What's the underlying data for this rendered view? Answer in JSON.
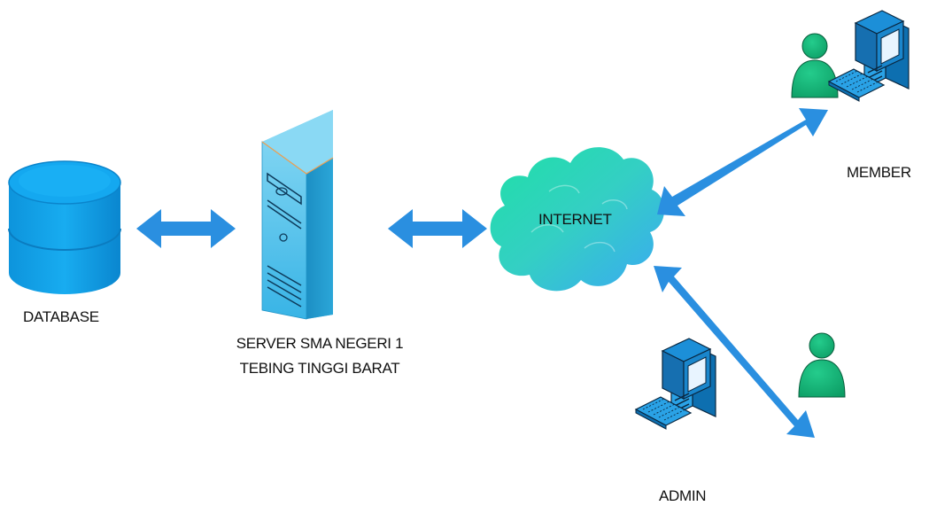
{
  "nodes": {
    "database": {
      "label": "DATABASE"
    },
    "server": {
      "label_line1": "SERVER SMA NEGERI 1",
      "label_line2": "TEBING TINGGI BARAT"
    },
    "internet": {
      "label": "INTERNET"
    },
    "member": {
      "label": "MEMBER"
    },
    "admin": {
      "label": "ADMIN"
    }
  },
  "colors": {
    "arrow": "#2a8fe0",
    "database": "#0aa0e8",
    "server": "#2fb0e6",
    "cloud_green": "#22d8a8",
    "cloud_blue": "#3ab6f0",
    "person": "#12b277",
    "computer": "#1a8fd8"
  }
}
